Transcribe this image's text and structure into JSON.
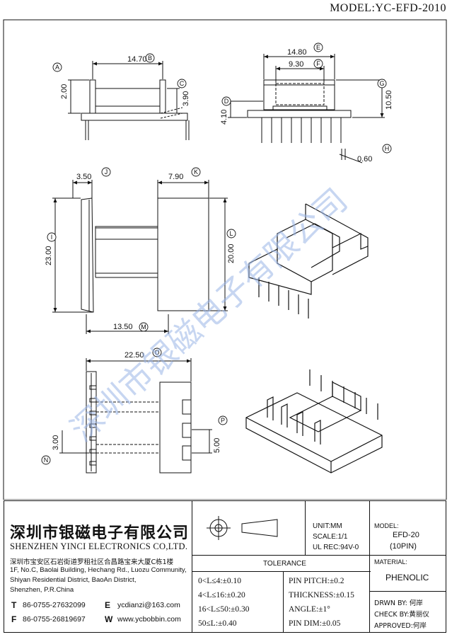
{
  "model_title": "MODEL:YC-EFD-2010",
  "dimensions": {
    "a_b": "14.70",
    "a_a": "2.00",
    "a_c": "3.90",
    "b_e": "14.80",
    "b_f": "9.30",
    "b_g": "10.50",
    "b_d": "4.10",
    "b_h": "0.60",
    "c_j": "3.50",
    "c_k": "7.90",
    "c_i": "23.00",
    "c_l": "20.00",
    "c_m": "13.50",
    "d_o": "22.50",
    "d_n": "3.00",
    "d_p": "5.00"
  },
  "callouts": [
    "A",
    "B",
    "C",
    "D",
    "E",
    "F",
    "G",
    "H",
    "I",
    "J",
    "K",
    "L",
    "M",
    "N",
    "O",
    "P"
  ],
  "watermark": "深圳市银磁电子有限公司",
  "company": {
    "name_cn": "深圳市银磁电子有限公司",
    "name_en": "SHENZHEN YINCI ELECTRONICS CO,LTD.",
    "address_cn": "深圳市宝安区石岩街道罗租社区合昌路宝来大厦C栋1楼",
    "address_en": [
      "1F, No.C, Baolai Building, Hechang Rd., Luozu Community,",
      "Shiyan Residential District, BaoAn District,",
      "Shenzhen, P.R.China"
    ],
    "tel_label": "T",
    "tel": "86-0755-27632099",
    "fax_label": "F",
    "fax": "86-0755-26819697",
    "email_label": "E",
    "email": "ycdianzi@163.com",
    "web_label": "W",
    "web": "www.ycbobbin.com"
  },
  "units": {
    "unit": "UNIT:MM",
    "scale": "SCALE:1/1",
    "ul": "UL REC:94V-0"
  },
  "tolerance": {
    "header": "TOLERANCE",
    "left": [
      "0<L≤4:±0.10",
      "4<L≤16:±0.20",
      "16<L≤50:±0.30",
      "50≤L:±0.40"
    ],
    "right": [
      "PIN PITCH:±0.2",
      "THICKNESS:±0.15",
      "ANGLE:±1°",
      "PIN DIM:±0.05"
    ]
  },
  "model_box": {
    "label": "MODEL:",
    "value": "EFD-20",
    "pins": "(10PIN)"
  },
  "material": {
    "label": "MATERIAL:",
    "value": "PHENOLIC"
  },
  "signoff": {
    "drawn": "DRWN BY: 何岸",
    "check": "CHECK BY:黄丽仪",
    "approved": "APPROVED:何岸"
  }
}
